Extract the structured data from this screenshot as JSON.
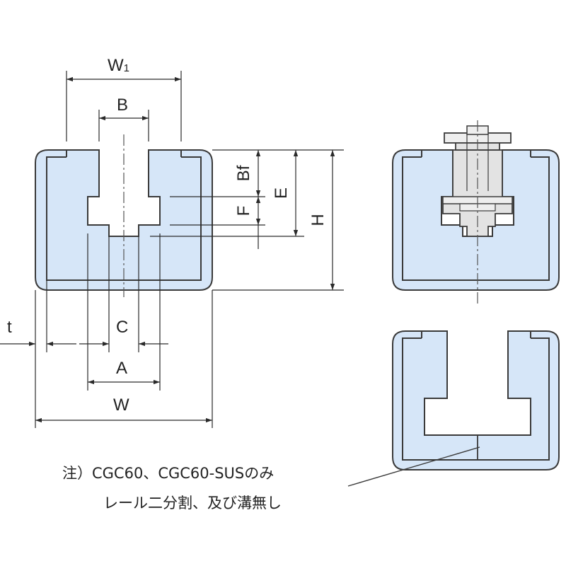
{
  "figure": {
    "colors": {
      "fill": "#d6e6f8",
      "outline": "#3a3a3a",
      "dimension": "#2a2a2a",
      "slider": "#e3e3e3"
    },
    "labels": {
      "w1_base": "W",
      "w1_sub": "1",
      "b": "B",
      "bf": "Bf",
      "e": "E",
      "f": "F",
      "h": "H",
      "t": "t",
      "c": "C",
      "a": "A",
      "w": "W"
    },
    "note": {
      "line1": "注）CGC60、CGC60-SUSのみ",
      "line2": "レール二分割、及び溝無し"
    }
  }
}
